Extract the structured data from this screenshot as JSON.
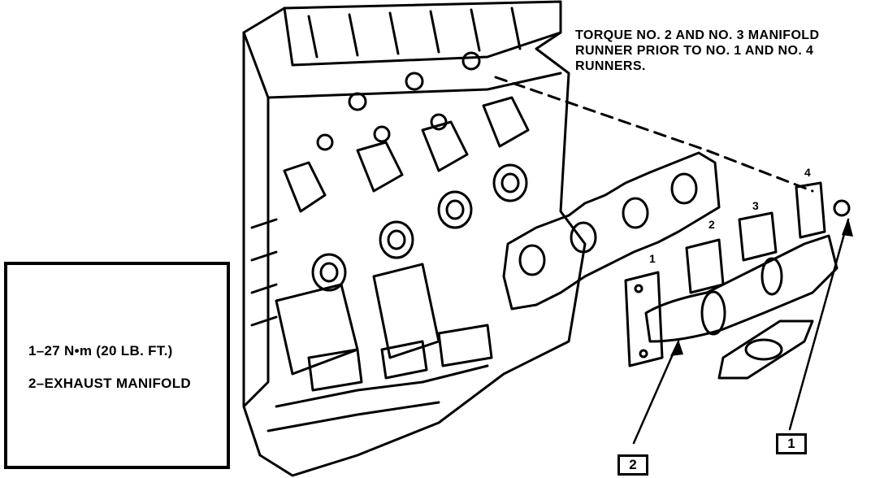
{
  "note": {
    "lines": [
      "TORQUE NO. 2 AND NO. 3 MANIFOLD",
      "RUNNER PRIOR TO NO. 1 AND NO. 4",
      "RUNNERS."
    ]
  },
  "legend": {
    "items": [
      "1–27 N•m (20 LB. FT.)",
      "2–EXHAUST MANIFOLD"
    ]
  },
  "callouts": {
    "torque": "1",
    "manifold": "2"
  },
  "runners": [
    "1",
    "2",
    "3",
    "4"
  ]
}
